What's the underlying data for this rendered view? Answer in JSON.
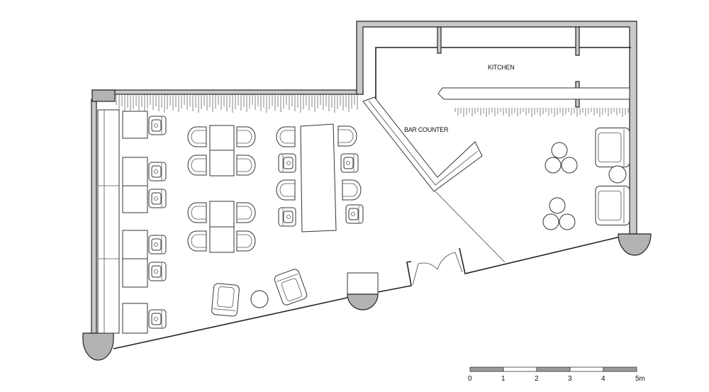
{
  "labels": {
    "kitchen": "KITCHEN",
    "bar_counter": "BAR COUNTER"
  },
  "scale": {
    "ticks": [
      "0",
      "1",
      "2",
      "3",
      "4",
      "5m"
    ]
  }
}
